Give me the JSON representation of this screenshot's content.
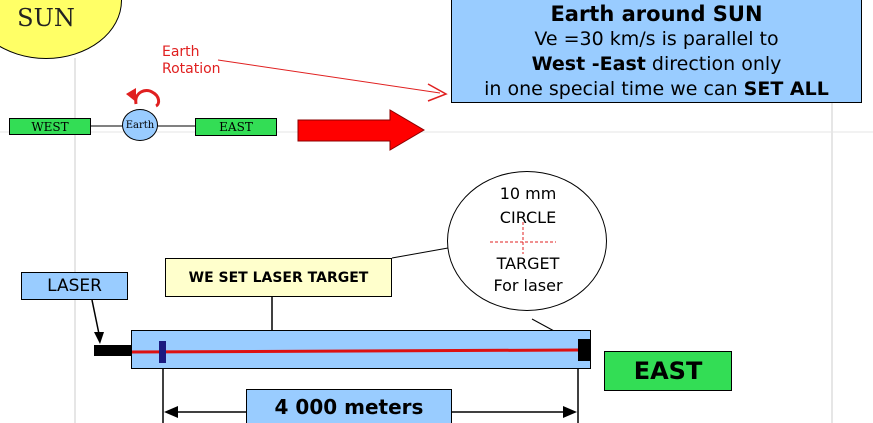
{
  "sun": {
    "label": "SUN"
  },
  "orbit_row": {
    "west_label": "WEST",
    "earth_label": "Earth",
    "east_label": "EAST"
  },
  "rotation_label": {
    "line1": "Earth",
    "line2": "Rotation"
  },
  "info_box": {
    "title": "Earth around SUN",
    "line2": "Ve =30 km/s is parallel to",
    "line3_bold": "West -East",
    "line3_rest": " direction only",
    "line4_start": "in one special time we can ",
    "line4_bold": "SET ALL"
  },
  "target_circle": {
    "line1": "10 mm",
    "line2": "CIRCLE",
    "line3": "TARGET",
    "line4": "For laser"
  },
  "laser_label": "LASER",
  "set_target_label": "WE SET LASER TARGET",
  "east_big_label": "EAST",
  "distance_label": "4 000 meters",
  "colors": {
    "sun_fill": "#ffff66",
    "light_blue": "#99ccff",
    "green": "#33dd55",
    "red": "#e02020",
    "label_yellow": "#ffffcc",
    "laser_beam": "#dd1111",
    "marker": "#1a1a80"
  }
}
